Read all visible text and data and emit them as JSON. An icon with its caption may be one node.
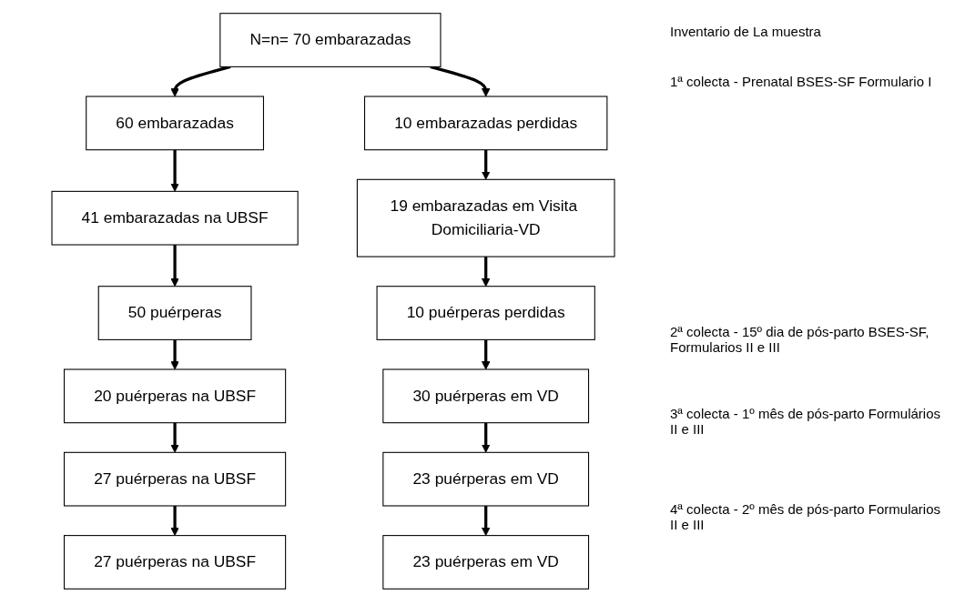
{
  "diagram": {
    "nodes": [
      {
        "text": [
          "N=n= 70 embarazadas"
        ]
      },
      {
        "text": [
          "60 embarazadas"
        ]
      },
      {
        "text": [
          "10 embarazadas perdidas"
        ]
      },
      {
        "text": [
          "41 embarazadas na UBSF"
        ]
      },
      {
        "text": [
          "19 embarazadas em Visita Domiciliaria-VD"
        ]
      },
      {
        "text": [
          "50 puérperas"
        ]
      },
      {
        "text": [
          "10 puérperas perdidas"
        ]
      },
      {
        "text": [
          "20 puérperas na UBSF"
        ]
      },
      {
        "text": [
          "30 puérperas em VD"
        ]
      },
      {
        "text": [
          "27 puérperas na UBSF"
        ]
      },
      {
        "text": [
          "23 puérperas em VD"
        ]
      },
      {
        "text": [
          "27 puérperas na UBSF"
        ]
      },
      {
        "text": [
          "23 puérperas em VD"
        ]
      }
    ],
    "edges": [
      {
        "from": 0,
        "to": 1,
        "arrow": "to"
      },
      {
        "from": 0,
        "to": 2,
        "arrow": "to"
      },
      {
        "from": 1,
        "to": 3,
        "arrow": "to"
      },
      {
        "from": 2,
        "to": 4,
        "arrow": "to"
      },
      {
        "from": 3,
        "to": 5,
        "arrow": "to"
      },
      {
        "from": 4,
        "to": 6,
        "arrow": "to"
      },
      {
        "from": 5,
        "to": 7,
        "arrow": "to"
      },
      {
        "from": 6,
        "to": 8,
        "arrow": "to"
      },
      {
        "from": 7,
        "to": 9,
        "arrow": "to"
      },
      {
        "from": 8,
        "to": 10,
        "arrow": "to"
      },
      {
        "from": 9,
        "to": 11,
        "arrow": "to"
      },
      {
        "from": 10,
        "to": 12,
        "arrow": "to"
      }
    ],
    "labels": [
      "Inventario de La muestra",
      "1ª colecta - Prenatal BSES-SF Formulario I",
      "2ª colecta - 15º dia de pós-parto BSES-SF, Formularios II e III",
      "3ª colecta - 1º mês de pós-parto Formulários II e III",
      "4ª colecta - 2º mês de pós-parto Formularios II e III"
    ]
  }
}
